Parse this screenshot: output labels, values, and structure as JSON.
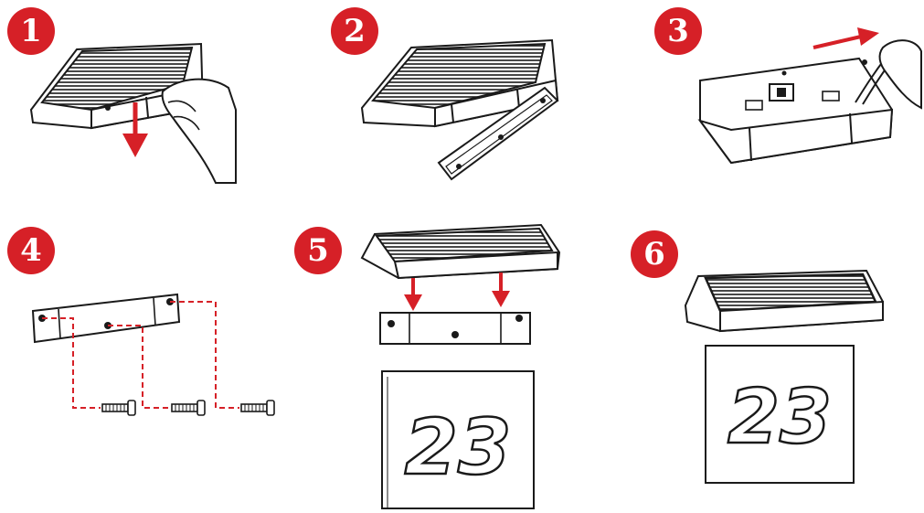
{
  "colors": {
    "accent": "#d62027",
    "ink": "#1a1a1a",
    "paper": "#ffffff"
  },
  "steps": [
    {
      "number": "1"
    },
    {
      "number": "2"
    },
    {
      "number": "3"
    },
    {
      "number": "4"
    },
    {
      "number": "5"
    },
    {
      "number": "6"
    }
  ],
  "house_number": "23"
}
